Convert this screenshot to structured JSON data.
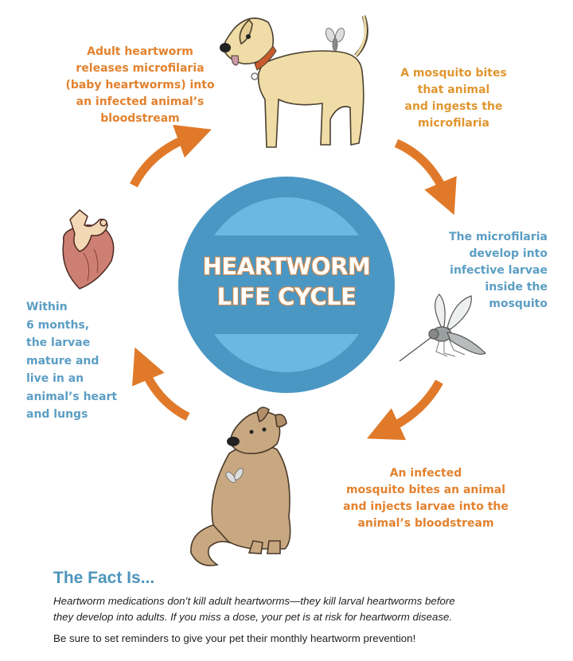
{
  "title": {
    "line1": "HEARTWORM",
    "line2": "LIFE CYCLE"
  },
  "steps": [
    {
      "id": "adult-release",
      "lines": [
        "Adult heartworm",
        "releases microfilaria",
        "(baby heartworms) into",
        "an infected animal’s",
        "bloodstream"
      ],
      "color": "#e2822f"
    },
    {
      "id": "mosquito-ingests",
      "lines": [
        "A mosquito bites",
        "that animal",
        "and ingests the",
        "microfilaria"
      ],
      "color": "#e0962f"
    },
    {
      "id": "larvae-develop",
      "lines": [
        "The microfilaria",
        "develop into",
        "infective larvae",
        "inside the",
        "mosquito"
      ],
      "color": "#5b9ec4"
    },
    {
      "id": "mosquito-injects",
      "lines": [
        "An infected",
        "mosquito bites an animal",
        "and injects larvae into the",
        "animal’s bloodstream"
      ],
      "color": "#e2822f"
    },
    {
      "id": "larvae-mature",
      "lines": [
        "Within",
        "6 months,",
        "the larvae",
        "mature and",
        "live in an",
        "animal’s heart",
        "and lungs"
      ],
      "color": "#5b9ec4"
    }
  ],
  "illustrations": {
    "top": "standing-dog-with-mosquito",
    "right": "mosquito",
    "bottom": "sitting-dog-with-mosquito",
    "left": "heart"
  },
  "arrows": [
    "arrow-top-left",
    "arrow-top-right",
    "arrow-bottom-right",
    "arrow-bottom-left"
  ],
  "fact": {
    "heading": "The Fact Is...",
    "body_line1": "Heartworm medications don’t kill adult heartworms—they kill larval heartworms before",
    "body_line2": "they develop into adults. If you miss a dose, your pet is at risk for heartworm disease.",
    "note": "Be sure to set reminders to give your pet their monthly heartworm prevention!"
  },
  "colors": {
    "arrow": "#e07a2a",
    "circle_outer": "#4b97c4",
    "circle_band": "#6bb8e3",
    "title_blue": "#4d95bd"
  }
}
